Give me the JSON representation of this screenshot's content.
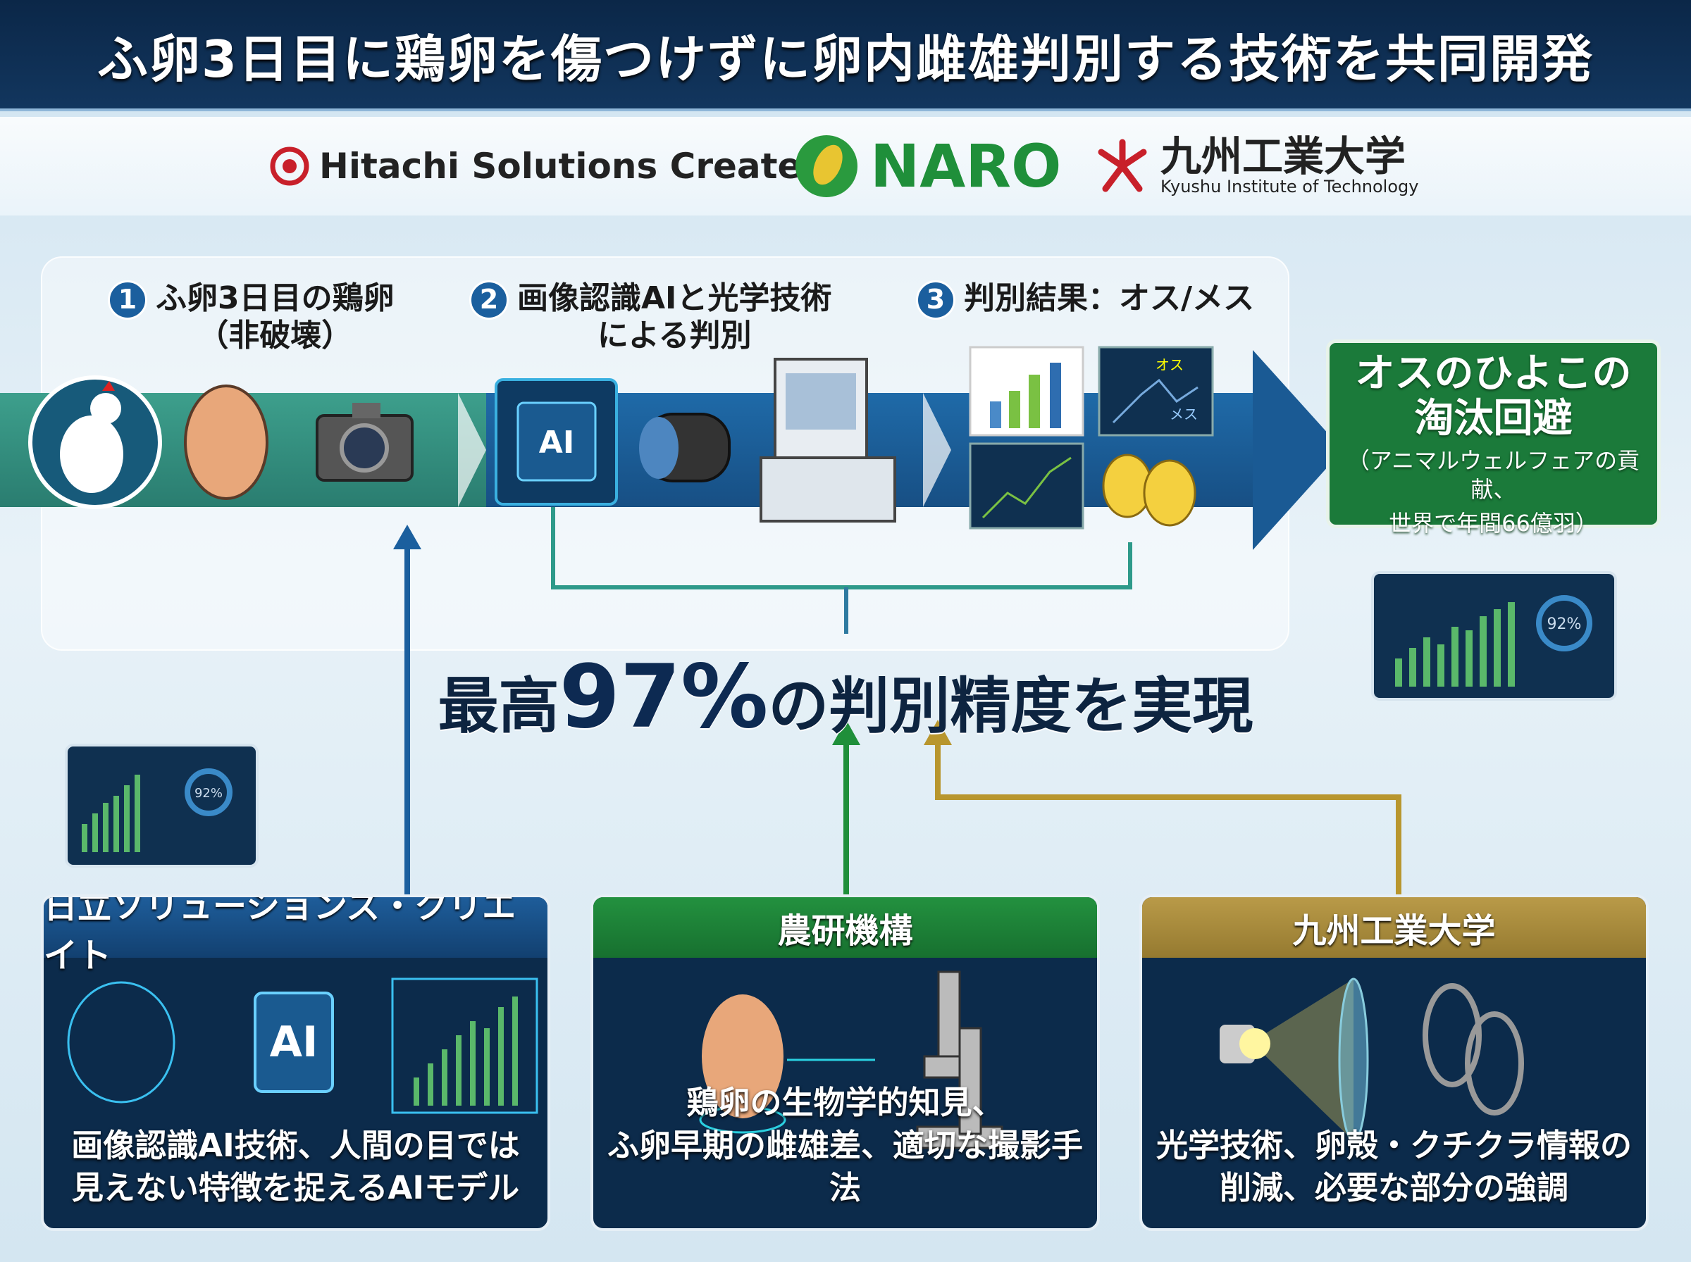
{
  "title": "ふ卵3日目に鶏卵を傷つけずに卵内雌雄判別する技術を共同開発",
  "logos": {
    "hitachi": "Hitachi Solutions Create",
    "naro": "NARO",
    "kyutech_jp": "九州工業大学",
    "kyutech_en": "Kyushu Institute of Technology"
  },
  "steps": [
    {
      "num": "1",
      "line1": "ふ卵3日目の鶏卵",
      "line2": "（非破壊）"
    },
    {
      "num": "2",
      "line1": "画像認識AIと光学技術",
      "line2": "による判別"
    },
    {
      "num": "3",
      "line1": "判別結果：オス/メス",
      "line2": ""
    }
  ],
  "icons": {
    "ai_chip": "AI",
    "chart_male": "オス",
    "chart_female": "メス"
  },
  "result": {
    "title1": "オスのひよこの",
    "title2": "淘汰回避",
    "sub1": "（アニマルウェルフェアの貢献、",
    "sub2": "世界で年間66億羽）"
  },
  "headline": {
    "pre": "最高",
    "value": "97%",
    "post": "の判別精度を実現"
  },
  "dashboards": {
    "left_gauge": "92%",
    "right_gauge": "92%"
  },
  "panels": [
    {
      "title": "日立ソリューションズ・クリエイト",
      "body1": "画像認識AI技術、人間の目では",
      "body2": "見えない特徴を捉えるAIモデル",
      "chip": "AI",
      "color": "#174f84"
    },
    {
      "title": "農研機構",
      "body1": "鶏卵の生物学的知見、",
      "body2": "ふ卵早期の雌雄差、適切な撮影手法",
      "color": "#1b7a3a"
    },
    {
      "title": "九州工業大学",
      "body1": "光学技術、卵殻・クチクラ情報の",
      "body2": "削減、必要な部分の強調",
      "color": "#a88a3a"
    }
  ]
}
